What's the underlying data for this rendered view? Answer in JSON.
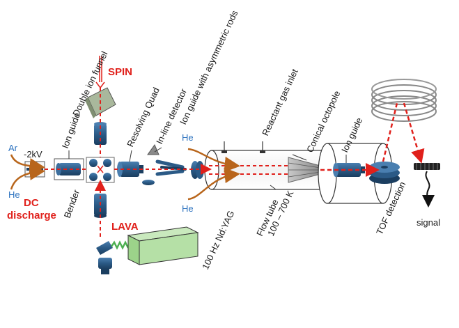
{
  "colors": {
    "component": "#2b5a86",
    "component_dark": "#1b3e60",
    "beam": "#e0201b",
    "gas_flow": "#b8651b",
    "laser_crystal": "#a7d99a",
    "label_red": "#e0201b",
    "label_blue": "#2f74c0"
  },
  "labels": {
    "spin": "SPIN",
    "double_ion_funnel": "Double ion funnel",
    "ion_guide_left": "Ion guide",
    "resolving_quad": "Resolving Quad",
    "inline_detector": "In-line detector",
    "ion_guide_asym": "Ion guide with asymmetric rods",
    "reactant_gas_inlet": "Reactant gas  inlet",
    "conical_octopole": "Conical octopole",
    "ion_guide_right": "Ion guide",
    "tof_detection": "TOF detection",
    "signal": "signal",
    "bender": "Bender",
    "lava": "LAVA",
    "nd_yag": "100 Hz Nd:YAG",
    "flow_tube": "Flow tube",
    "flow_tube_temp": "100 – 700 K",
    "ar": "Ar",
    "he_left": "He",
    "voltage": "-2kV",
    "dc_discharge_1": "DC",
    "dc_discharge_2": "discharge",
    "he_top": "He",
    "he_bottom": "He"
  }
}
